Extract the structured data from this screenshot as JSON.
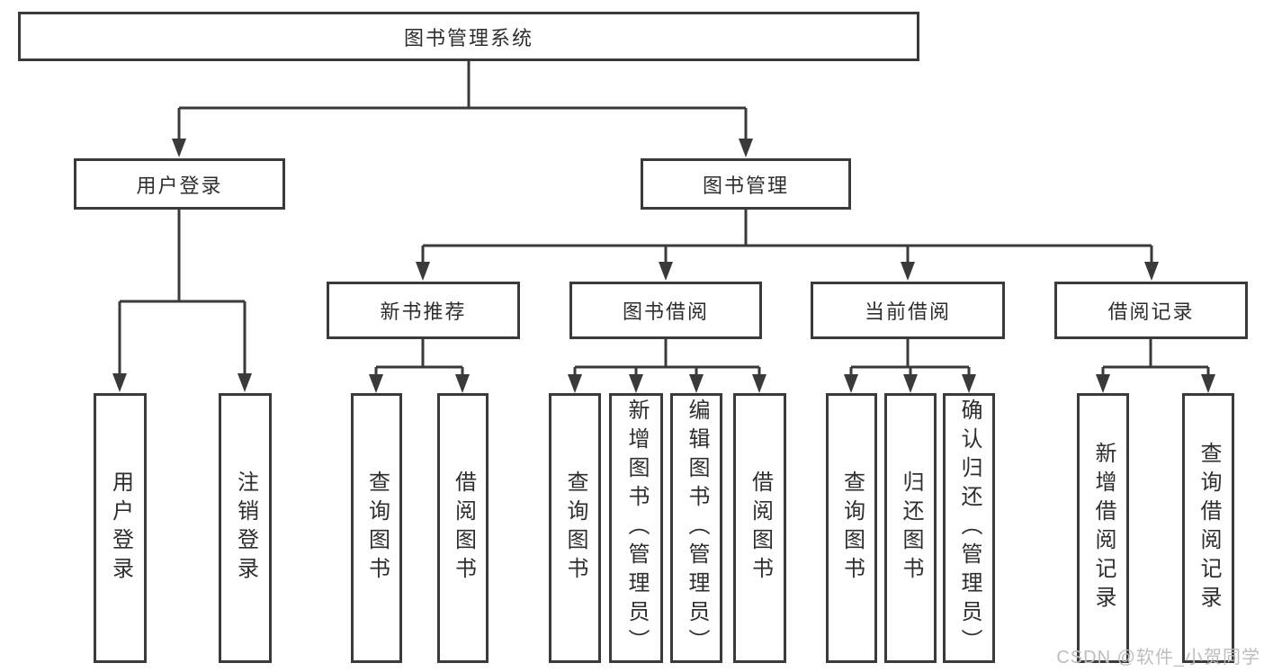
{
  "title": "图书管理系统",
  "level2": {
    "user_login": "用户登录",
    "book_mgmt": "图书管理"
  },
  "level3": {
    "new_book": "新书推荐",
    "book_borrow": "图书借阅",
    "current_borrow": "当前借阅",
    "borrow_record": "借阅记录"
  },
  "leaves": {
    "user_login": "用户登录",
    "logout": "注销登录",
    "nb_query": "查询图书",
    "nb_borrow": "借阅图书",
    "bb_query": "查询图书",
    "bb_add": "新增图书（管理员）",
    "bb_edit": "编辑图书（管理员）",
    "bb_borrow": "借阅图书",
    "cb_query": "查询图书",
    "cb_return": "归还图书",
    "cb_confirm": "确认归还（管理员）",
    "br_add": "新增借阅记录",
    "br_query": "查询借阅记录"
  },
  "watermark": "CSDN @软件_小贺同学",
  "colors": {
    "line": "#3a3a3a",
    "text": "#2e2e2e",
    "watermark": "#bdbdbd",
    "background": "#ffffff"
  }
}
